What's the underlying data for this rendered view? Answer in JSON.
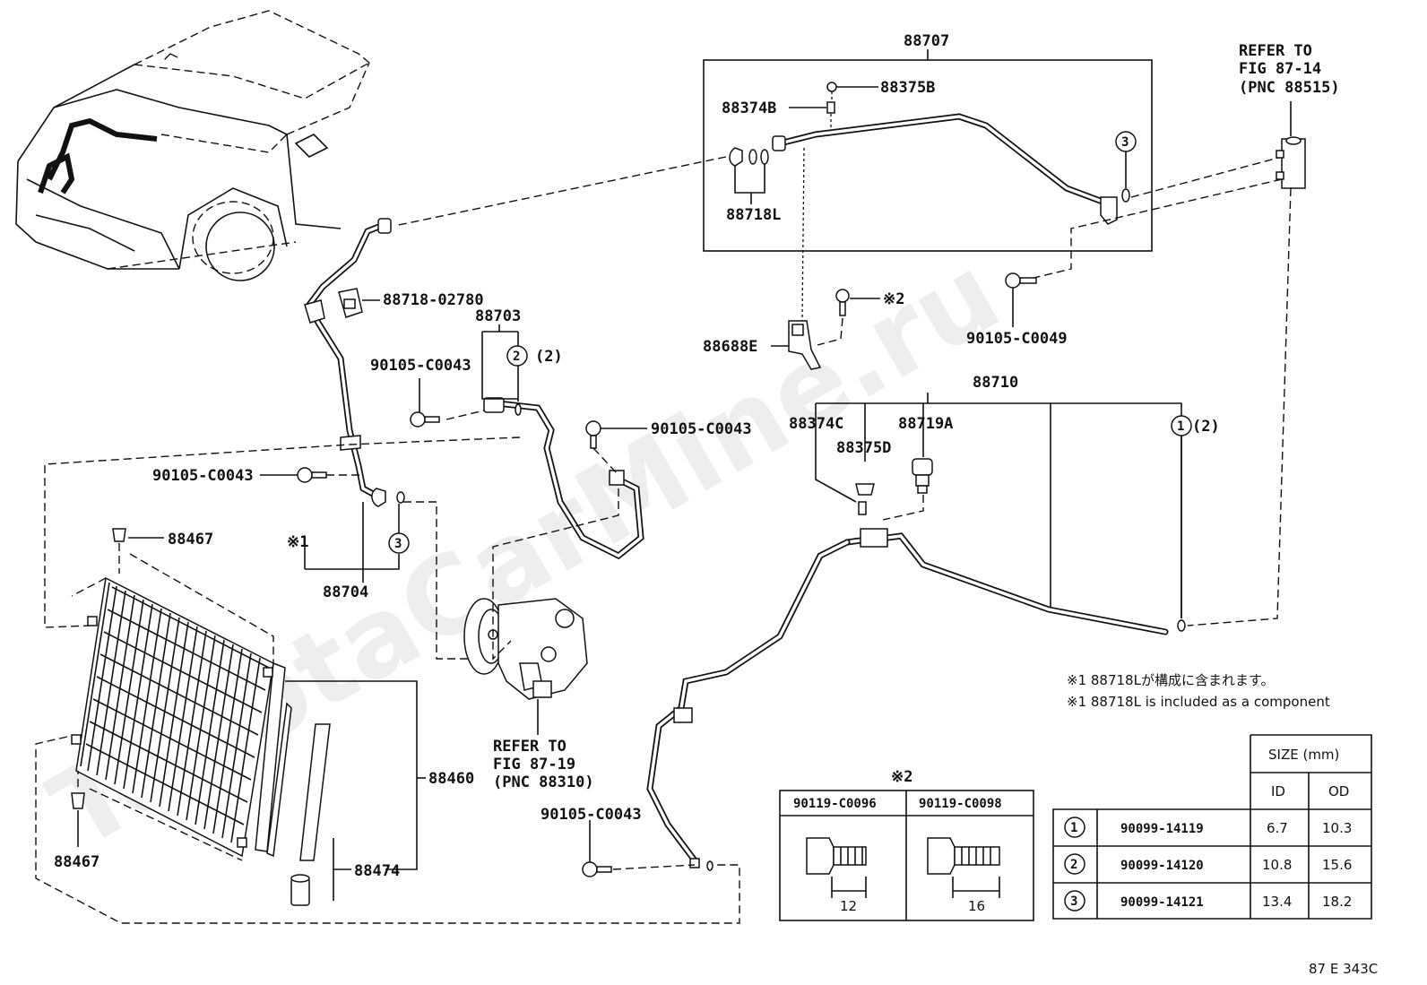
{
  "labels": {
    "p88707": "88707",
    "p88375B": "88375B",
    "p88374B": "88374B",
    "p88718L": "88718L",
    "refer1_line1": "REFER TO",
    "refer1_line2": "FIG 87-14",
    "refer1_line3": "(PNC 88515)",
    "p88718_02780": "88718-02780",
    "p88703": "88703",
    "paren2a": "(2)",
    "p90105_c0043_a": "90105-C0043",
    "p90105_c0043_b": "90105-C0043",
    "p90105_c0043_c": "90105-C0043",
    "p90105_c0043_d": "90105-C0043",
    "p90105_c0049": "90105-C0049",
    "note2_mark": "※2",
    "p88688E": "88688E",
    "p88710": "88710",
    "p88374C": "88374C",
    "p88719A": "88719A",
    "p88375D": "88375D",
    "paren2b": "(2)",
    "p88467_a": "88467",
    "p88467_b": "88467",
    "note1_mark": "※1",
    "p88704": "88704",
    "p88460": "88460",
    "p88474": "88474",
    "refer2_line1": "REFER TO",
    "refer2_line2": "FIG 87-19",
    "refer2_line3": "(PNC 88310)",
    "note_jp": "※1 88718Lが構成に含まれます。",
    "note_en": "※1 88718L is included as a component",
    "circle1": "1",
    "circle2": "2",
    "circle3": "3",
    "figure_code": "87 E 343C",
    "watermark": "ToyotaCarMine.ru"
  },
  "bolt_table": {
    "title": "※2",
    "col1": "90119-C0096",
    "col2": "90119-C0098",
    "dim1": "12",
    "dim2": "16"
  },
  "size_table": {
    "header": "SIZE (mm)",
    "col_id": "ID",
    "col_od": "OD",
    "rows": [
      {
        "mark": "1",
        "part": "90099-14119",
        "id": "6.7",
        "od": "10.3"
      },
      {
        "mark": "2",
        "part": "90099-14120",
        "id": "10.8",
        "od": "15.6"
      },
      {
        "mark": "3",
        "part": "90099-14121",
        "id": "13.4",
        "od": "18.2"
      }
    ]
  }
}
